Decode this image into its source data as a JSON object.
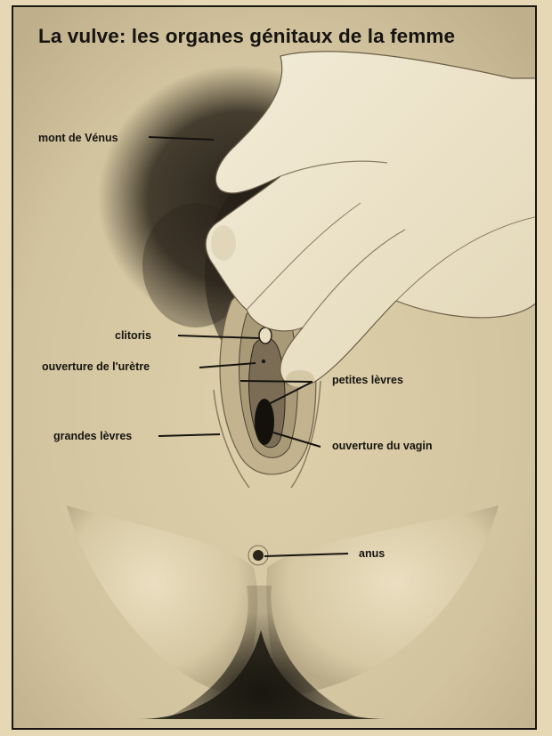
{
  "title": "La vulve: les organes génitaux de la femme",
  "labels": {
    "mont_de_venus": "mont de Vénus",
    "clitoris": "clitoris",
    "ouverture_uretre": "ouverture de l'urètre",
    "petites_levres": "petites lèvres",
    "grandes_levres": "grandes lèvres",
    "ouverture_vagin": "ouverture du vagin",
    "anus": "anus"
  },
  "colors": {
    "paper": "#e4d6b0",
    "ink": "#161310",
    "hair": "#2a241b",
    "skin_shadow": "#b9ab88",
    "hand_skin": "#efe6cf"
  }
}
